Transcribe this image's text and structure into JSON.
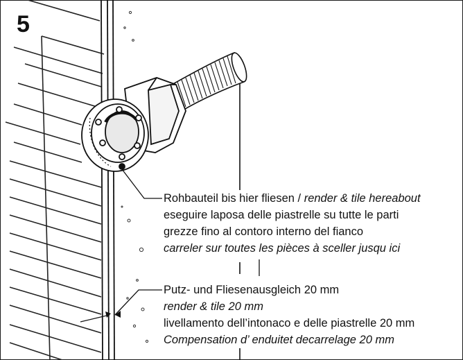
{
  "step_number": "5",
  "callout_tile": {
    "line1_regular": "Rohbauteil bis hier fliesen / ",
    "line1_italic": "render & tile hereabout",
    "line2": "eseguire laposa delle piastrelle su tutte le parti",
    "line3": "grezze fino al contoro interno del fianco",
    "line4_italic": "carreler sur toutes les pièces à sceller jusqu ici"
  },
  "callout_render": {
    "line1": "Putz- und Fliesenausgleich 20 mm",
    "line2_italic": "render & tile 20 mm",
    "line3": "livellamento dell’intonaco e delle piastrelle 20 mm",
    "line4_italic": "Compensation d’ enduitet decarrelage 20 mm"
  }
}
